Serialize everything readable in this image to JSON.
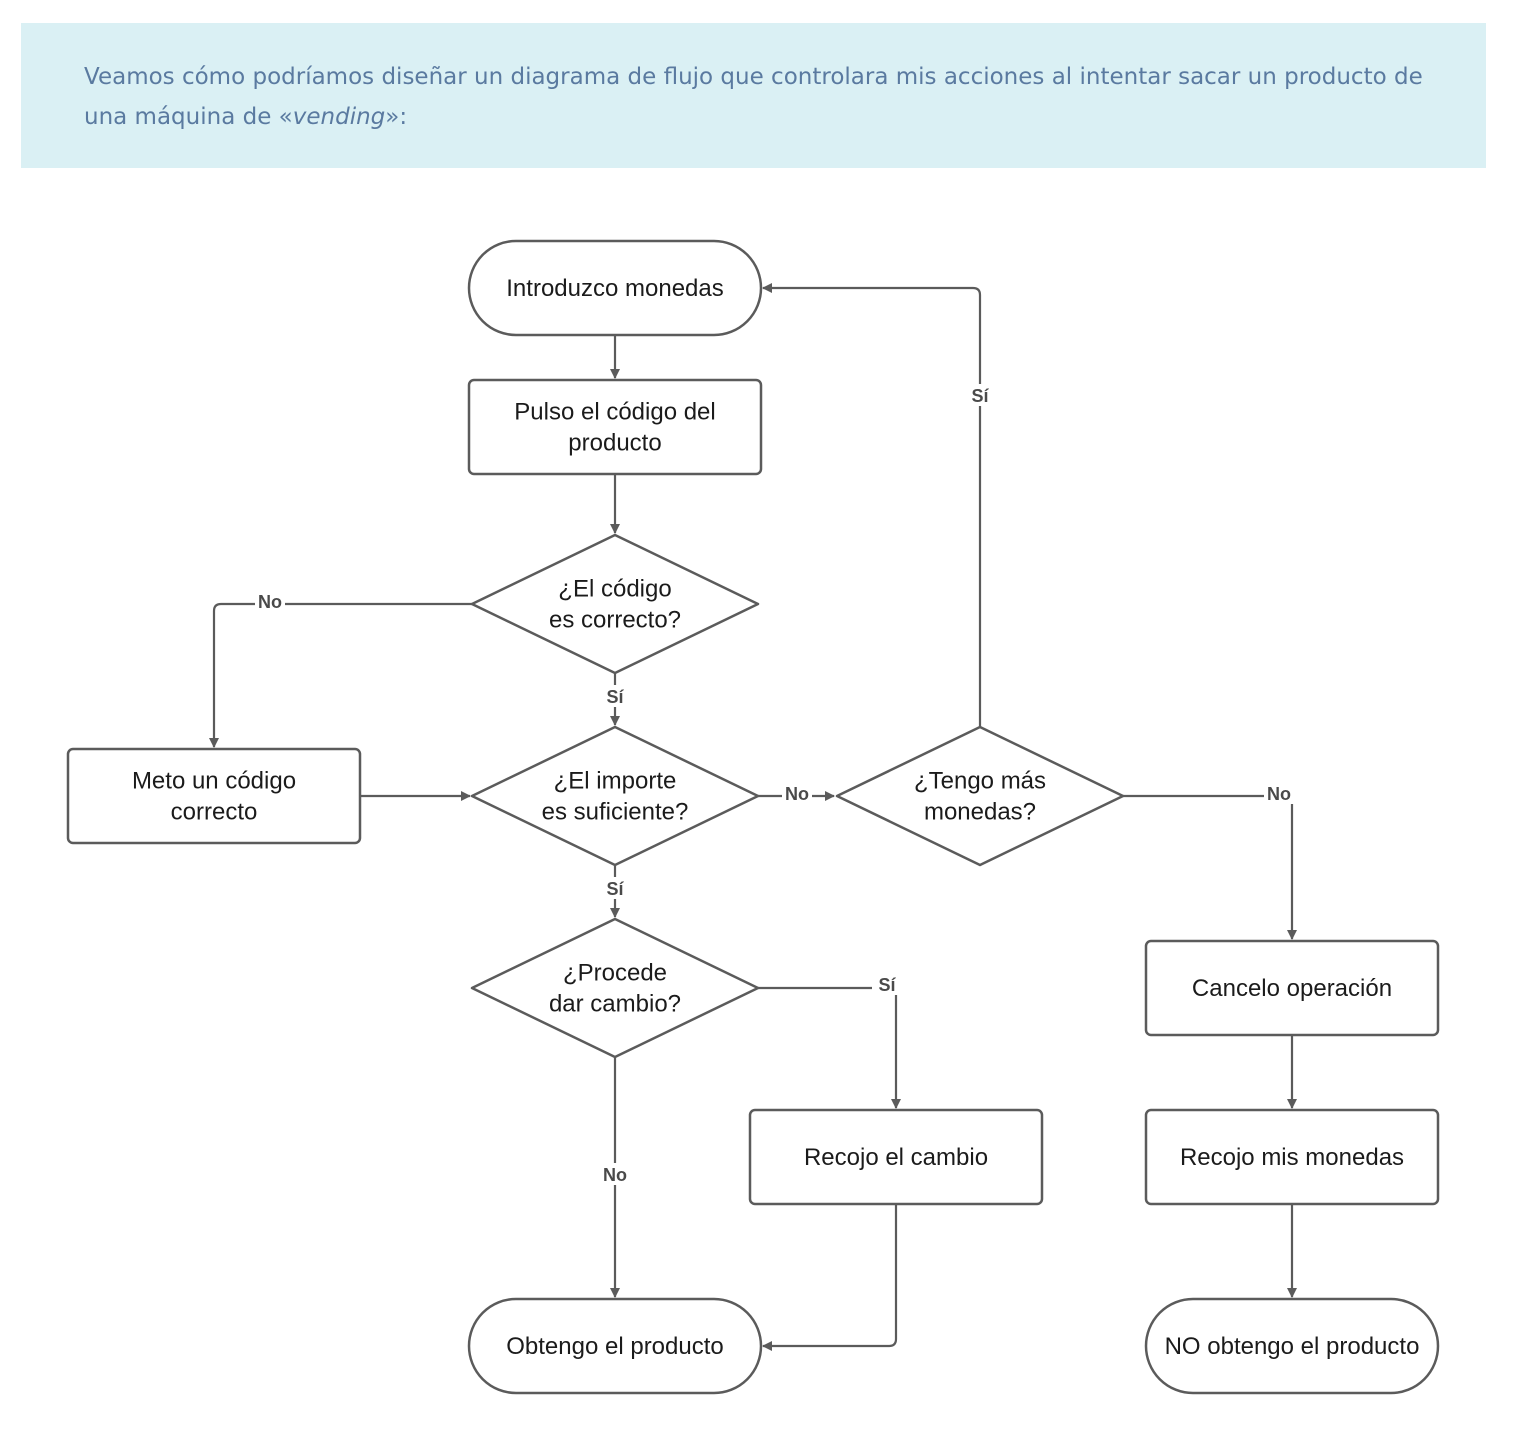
{
  "intro": {
    "before": "Veamos cómo podríamos diseñar un diagrama de flujo que controlara mis acciones al intentar sacar un producto de una máquina de «",
    "emphasis": "vending",
    "after": "»:"
  },
  "diagram": {
    "nodes": {
      "introduzco": {
        "shape": "terminal",
        "lines": [
          "Introduzco monedas"
        ]
      },
      "pulso": {
        "shape": "process",
        "lines": [
          "Pulso el código del",
          "producto"
        ]
      },
      "codigo_correcto": {
        "shape": "decision",
        "lines": [
          "¿El código",
          "es correcto?"
        ]
      },
      "meto_codigo": {
        "shape": "process",
        "lines": [
          "Meto un código",
          "correcto"
        ]
      },
      "importe": {
        "shape": "decision",
        "lines": [
          "¿El importe",
          "es suficiente?"
        ]
      },
      "tengo_monedas": {
        "shape": "decision",
        "lines": [
          "¿Tengo más",
          "monedas?"
        ]
      },
      "procede_cambio": {
        "shape": "decision",
        "lines": [
          "¿Procede",
          "dar cambio?"
        ]
      },
      "cancelo": {
        "shape": "process",
        "lines": [
          "Cancelo operación"
        ]
      },
      "recojo_cambio": {
        "shape": "process",
        "lines": [
          "Recojo el cambio"
        ]
      },
      "recojo_monedas": {
        "shape": "process",
        "lines": [
          "Recojo mis monedas"
        ]
      },
      "obtengo": {
        "shape": "terminal",
        "lines": [
          "Obtengo el producto"
        ]
      },
      "no_obtengo": {
        "shape": "terminal",
        "lines": [
          "NO obtengo el producto"
        ]
      }
    },
    "edges": [
      {
        "id": "introduzco-pulso",
        "from": "introduzco",
        "to": "pulso",
        "label": ""
      },
      {
        "id": "pulso-codigo",
        "from": "pulso",
        "to": "codigo_correcto",
        "label": ""
      },
      {
        "id": "codigo-meto",
        "from": "codigo_correcto",
        "to": "meto_codigo",
        "label": "No"
      },
      {
        "id": "codigo-importe",
        "from": "codigo_correcto",
        "to": "importe",
        "label": "Sí"
      },
      {
        "id": "meto-importe",
        "from": "meto_codigo",
        "to": "importe",
        "label": ""
      },
      {
        "id": "importe-tengo",
        "from": "importe",
        "to": "tengo_monedas",
        "label": "No"
      },
      {
        "id": "tengo-introduzco",
        "from": "tengo_monedas",
        "to": "introduzco",
        "label": "Sí"
      },
      {
        "id": "tengo-cancelo",
        "from": "tengo_monedas",
        "to": "cancelo",
        "label": "No"
      },
      {
        "id": "importe-procede",
        "from": "importe",
        "to": "procede_cambio",
        "label": "Sí"
      },
      {
        "id": "procede-recojo",
        "from": "procede_cambio",
        "to": "recojo_cambio",
        "label": "Sí"
      },
      {
        "id": "procede-obtengo",
        "from": "procede_cambio",
        "to": "obtengo",
        "label": "No"
      },
      {
        "id": "recojo-obtengo",
        "from": "recojo_cambio",
        "to": "obtengo",
        "label": ""
      },
      {
        "id": "cancelo-recojo",
        "from": "cancelo",
        "to": "recojo_monedas",
        "label": ""
      },
      {
        "id": "recojo-noobtengo",
        "from": "recojo_monedas",
        "to": "no_obtengo",
        "label": ""
      }
    ]
  }
}
